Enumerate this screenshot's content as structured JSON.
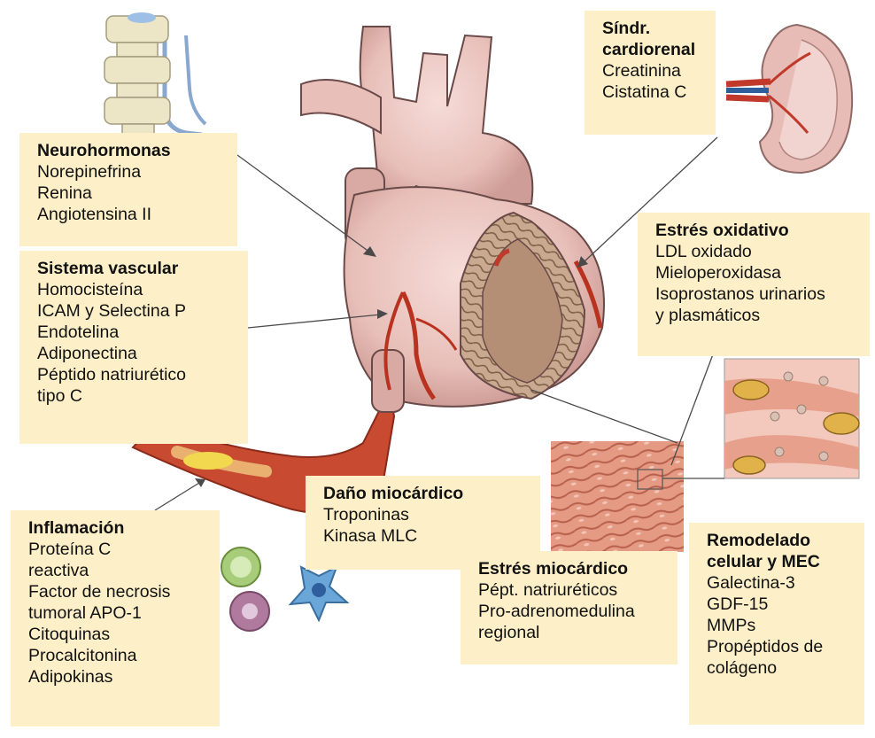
{
  "colors": {
    "box_fill": "#fdf0c8",
    "heart_fill": "#efc9c5",
    "heart_outline": "#6a4a48",
    "artery_red": "#c0392b",
    "muscle_tissue": "#d98a7a",
    "leader_line": "#4a4a4a"
  },
  "boxes": {
    "neurohormonas": {
      "title": "Neurohormonas",
      "items": [
        "Norepinefrina",
        "Renina",
        "Angiotensina II"
      ]
    },
    "sistema_vascular": {
      "title": "Sistema vascular",
      "items": [
        "Homocisteína",
        "ICAM y Selectina P",
        "Endotelina",
        "Adiponectina",
        "Péptido natriurético",
        "tipo C"
      ]
    },
    "inflamacion": {
      "title": "Inflamación",
      "items": [
        "Proteína C",
        "reactiva",
        "Factor de necrosis",
        "tumoral APO-1",
        "Citoquinas",
        "Procalcitonina",
        "Adipokinas"
      ]
    },
    "cardiorenal": {
      "title_lines": [
        "Síndr.",
        "cardiorenal"
      ],
      "items": [
        "Creatinina",
        "Cistatina C"
      ]
    },
    "estres_oxidativo": {
      "title": "Estrés oxidativo",
      "items": [
        "LDL oxidado",
        "Mieloperoxidasa",
        "Isoprostanos urinarios",
        "y plasmáticos"
      ]
    },
    "dano_miocardico": {
      "title": "Daño miocárdico",
      "items": [
        "Troponinas",
        "Kinasa MLC"
      ]
    },
    "estres_miocardico": {
      "title": "Estrés miocárdico",
      "items": [
        "Pépt. natriuréticos",
        "Pro-adrenomedulina",
        "regional"
      ]
    },
    "remodelado": {
      "title_lines": [
        "Remodelado",
        "celular y MEC"
      ],
      "items": [
        "Galectina-3",
        "GDF-15",
        "MMPs",
        "Propéptidos de",
        "colágeno"
      ]
    }
  }
}
